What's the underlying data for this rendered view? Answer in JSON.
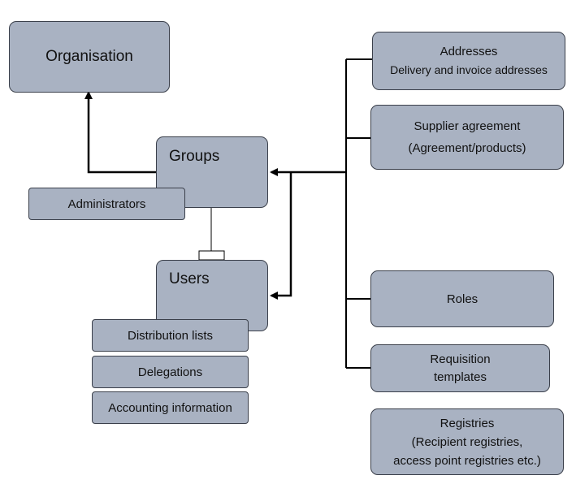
{
  "diagram": {
    "organisation": {
      "label": "Organisation"
    },
    "groups": {
      "label": "Groups"
    },
    "administrators": {
      "label": "Administrators"
    },
    "users": {
      "label": "Users"
    },
    "distribution_lists": {
      "label": "Distribution lists"
    },
    "delegations": {
      "label": "Delegations"
    },
    "accounting_information": {
      "label": "Accounting information"
    },
    "addresses": {
      "title": "Addresses",
      "subtitle": "Delivery and invoice addresses"
    },
    "supplier_agreement": {
      "title": "Supplier agreement",
      "subtitle": "(Agreement/products)"
    },
    "roles": {
      "label": "Roles"
    },
    "requisition_templates": {
      "line1": "Requisition",
      "line2": "templates"
    },
    "registries": {
      "title": "Registries",
      "line2": "(Recipient registries,",
      "line3": "access point registries etc.)"
    }
  },
  "colors": {
    "box_fill": "#a9b2c2",
    "box_border": "#3a3f4a",
    "connector": "#000000"
  }
}
